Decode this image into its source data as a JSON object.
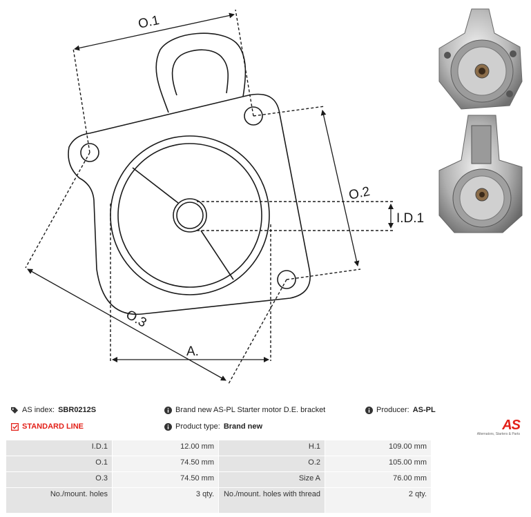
{
  "diagram_labels": {
    "o1": "O.1",
    "o2": "O.2",
    "o3": "O.3",
    "id1": "I.D.1",
    "a": "A."
  },
  "info": {
    "as_index_label": "AS index:",
    "as_index_value": "SBR0212S",
    "description": "Brand new AS-PL Starter motor D.E. bracket",
    "producer_label": "Producer:",
    "producer_value": "AS-PL",
    "line_label": "STANDARD LINE",
    "product_type_label": "Product type:",
    "product_type_value": "Brand new",
    "logo_text": "AS",
    "logo_tagline": "Alternators, Starters & Parts"
  },
  "specs": [
    {
      "l1": "I.D.1",
      "v1": "12.00 mm",
      "l2": "H.1",
      "v2": "109.00 mm"
    },
    {
      "l1": "O.1",
      "v1": "74.50 mm",
      "l2": "O.2",
      "v2": "105.00 mm"
    },
    {
      "l1": "O.3",
      "v1": "74.50 mm",
      "l2": "Size A",
      "v2": "76.00 mm"
    },
    {
      "l1": "No./mount. holes",
      "v1": "3 qty.",
      "l2": "No./mount. holes with thread",
      "v2": "2 qty."
    }
  ],
  "colors": {
    "accent": "#e32119",
    "line": "#1a1a1a"
  }
}
